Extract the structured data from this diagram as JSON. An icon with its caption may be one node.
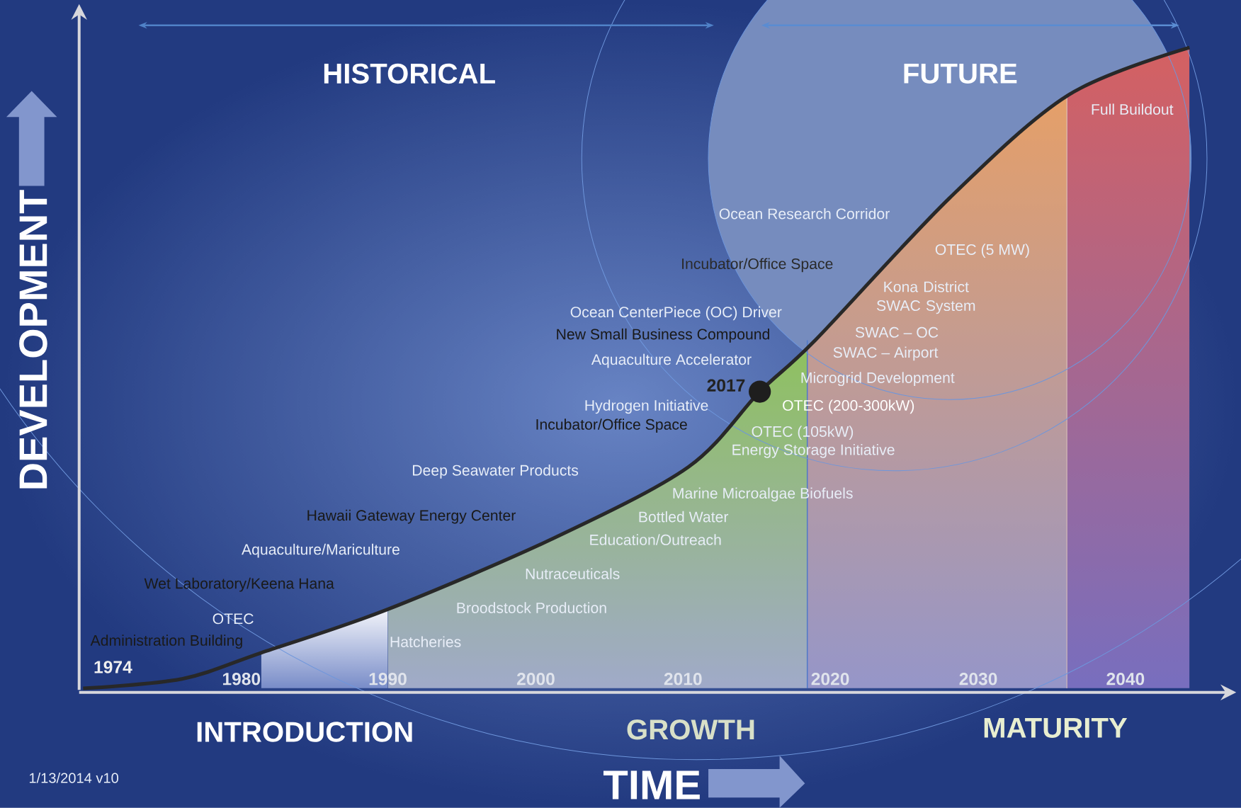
{
  "diagram": {
    "labels": [
      "HISTORICAL",
      "FUTURE",
      "Full Buildout",
      "Ocean Research Corridor",
      "OTEC (5 MW)",
      "Incubator/Office Space",
      "Kona District SWAC System",
      "Ocean CenterPiece (OC) Driver",
      "New Small Business Compound",
      "SWAC – OC",
      "SWAC – Airport",
      "Aquaculture Accelerator",
      "Microgrid Development",
      "2017",
      "Hydrogen Initiative",
      "OTEC (200-300kW)",
      "Incubator/Office Space",
      "OTEC (105kW)",
      "Energy Storage Initiative",
      "Deep Seawater Products",
      "Marine Microalgae Biofuels",
      "Hawaii Gateway Energy Center",
      "Bottled Water",
      "Education/Outreach",
      "Aquaculture/Mariculture",
      "Nutraceuticals",
      "Wet Laboratory/Keena Hana",
      "Broodstock Production",
      "OTEC",
      "Administration Building",
      "Hatcheries",
      "1974",
      "1980",
      "1990",
      "2000",
      "2010",
      "2020",
      "2030",
      "2040",
      "INTRODUCTION",
      "GROWTH",
      "MATURITY",
      "DEVELOPMENT",
      "TIME",
      "1/13/2014 v10"
    ]
  }
}
